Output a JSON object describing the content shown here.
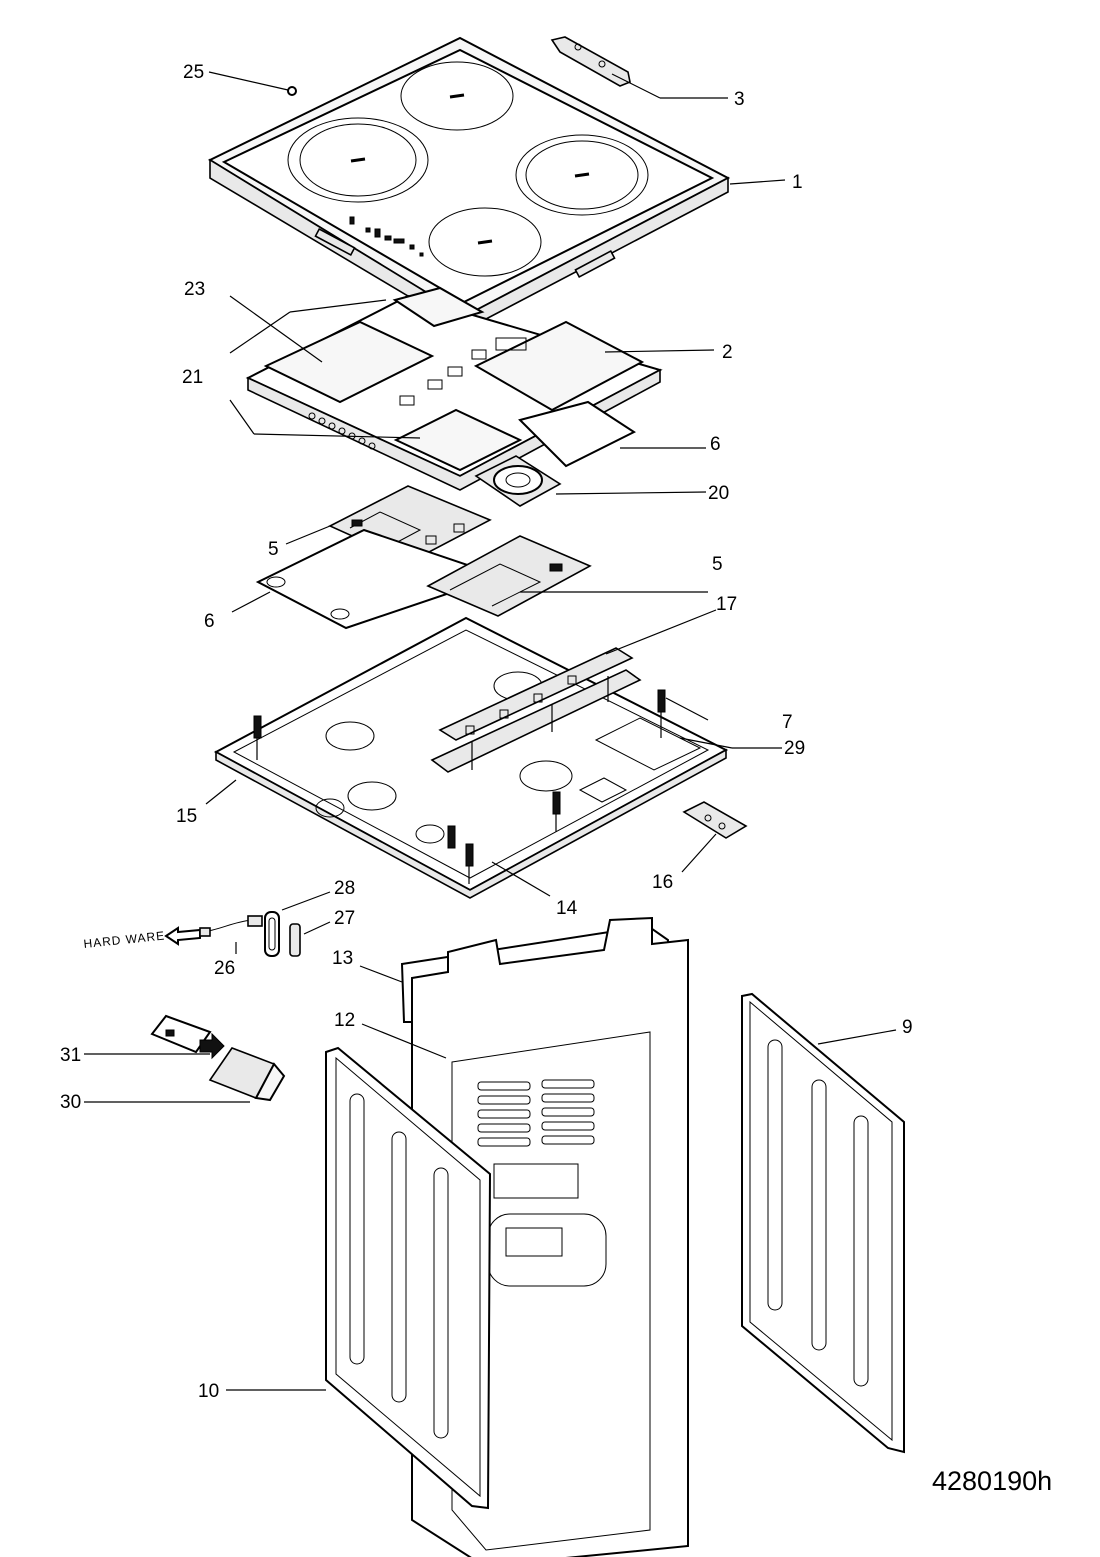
{
  "drawing_code": "4280190h",
  "hardware_note": "HARD WARE",
  "part_labels": [
    "25",
    "3",
    "1",
    "23",
    "2",
    "21",
    "6",
    "20",
    "5",
    "5",
    "6",
    "17",
    "7",
    "29",
    "15",
    "16",
    "14",
    "28",
    "27",
    "26",
    "13",
    "12",
    "9",
    "31",
    "30",
    "10"
  ]
}
